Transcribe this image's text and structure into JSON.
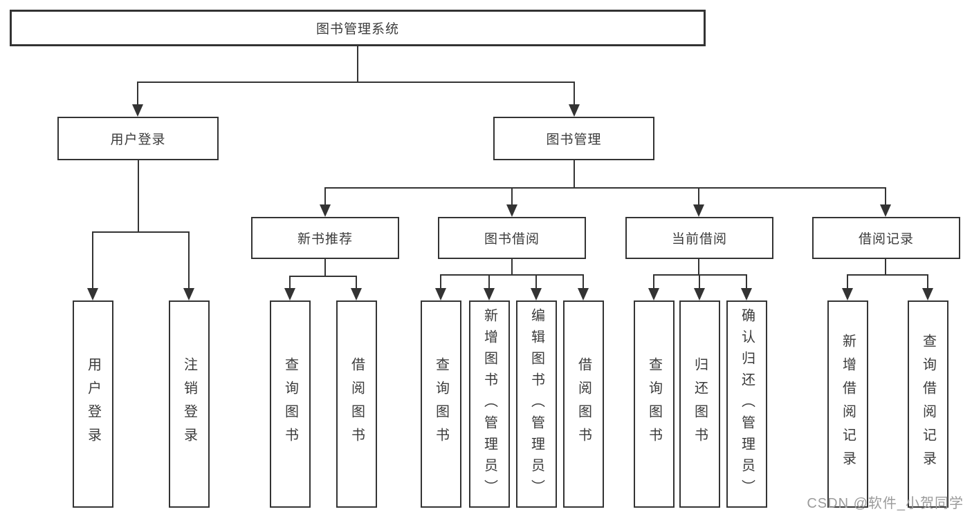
{
  "diagram": {
    "title": "图书管理系统",
    "type": "hierarchy-tree",
    "colors": {
      "line": "#333333",
      "box_border": "#333333",
      "box_fill": "#ffffff",
      "text": "#3b3b3b",
      "watermark": "#9b9b9b",
      "background": "#ffffff"
    }
  },
  "nodes": {
    "root": {
      "label": "图书管理系统"
    },
    "user_login": {
      "label": "用户登录"
    },
    "book_mgmt": {
      "label": "图书管理"
    },
    "new_book_rec": {
      "label": "新书推荐"
    },
    "book_borrow": {
      "label": "图书借阅"
    },
    "current_borrow": {
      "label": "当前借阅"
    },
    "borrow_records": {
      "label": "借阅记录"
    },
    "leaf_user_login": {
      "label": "用户登录"
    },
    "leaf_logout": {
      "label": "注销登录"
    },
    "leaf_query_book_rec": {
      "label": "查询图书"
    },
    "leaf_borrow_book_rec": {
      "label": "借阅图书"
    },
    "leaf_query_book_bor": {
      "label": "查询图书"
    },
    "leaf_add_book": {
      "label": "新增图书（管理员）"
    },
    "leaf_edit_book": {
      "label": "编辑图书（管理员）"
    },
    "leaf_borrow_book_bor": {
      "label": "借阅图书"
    },
    "leaf_query_book_cur": {
      "label": "查询图书"
    },
    "leaf_return_book": {
      "label": "归还图书"
    },
    "leaf_confirm_return": {
      "label": "确认归还（管理员）"
    },
    "leaf_add_record": {
      "label": "新增借阅记录"
    },
    "leaf_query_record": {
      "label": "查询借阅记录"
    }
  },
  "hierarchy": {
    "root": "图书管理系统",
    "children": [
      {
        "label": "用户登录",
        "children": [
          "用户登录",
          "注销登录"
        ]
      },
      {
        "label": "图书管理",
        "children": [
          {
            "label": "新书推荐",
            "children": [
              "查询图书",
              "借阅图书"
            ]
          },
          {
            "label": "图书借阅",
            "children": [
              "查询图书",
              "新增图书（管理员）",
              "编辑图书（管理员）",
              "借阅图书"
            ]
          },
          {
            "label": "当前借阅",
            "children": [
              "查询图书",
              "归还图书",
              "确认归还（管理员）"
            ]
          },
          {
            "label": "借阅记录",
            "children": [
              "新增借阅记录",
              "查询借阅记录"
            ]
          }
        ]
      }
    ]
  },
  "watermark": {
    "text": "CSDN @软件_小贺同学"
  }
}
